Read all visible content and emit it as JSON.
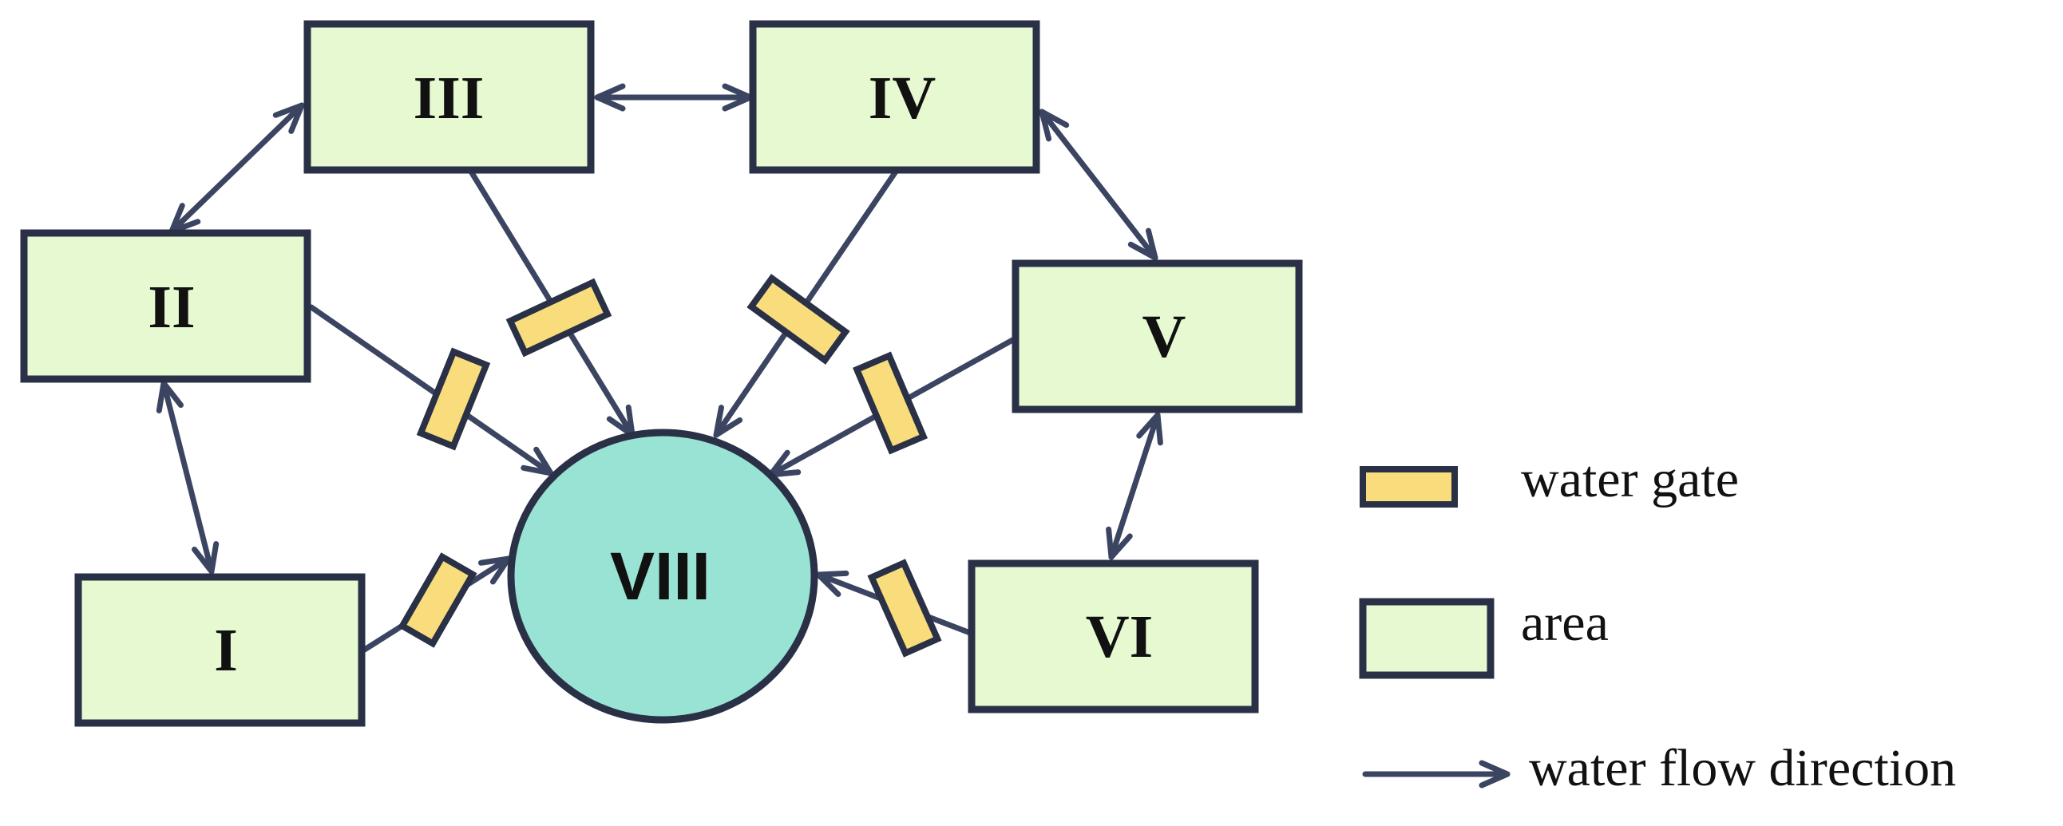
{
  "colors": {
    "area_fill": "#e6f9d1",
    "hub_fill": "#98e3d4",
    "gate_fill": "#f9dd7c",
    "outline": "#2a3147",
    "arrow": "#3b4562"
  },
  "areas": {
    "I": "I",
    "II": "II",
    "III": "III",
    "IV": "IV",
    "V": "V",
    "VI": "VI"
  },
  "hub": {
    "label": "VIII"
  },
  "connections": {
    "bidirectional": [
      [
        "II",
        "III"
      ],
      [
        "III",
        "IV"
      ],
      [
        "IV",
        "V"
      ],
      [
        "II",
        "I"
      ],
      [
        "V",
        "VI"
      ]
    ],
    "gated_to_hub": [
      "I",
      "II",
      "III",
      "IV",
      "V",
      "VI"
    ]
  },
  "legend": {
    "gate": "water gate",
    "area": "area",
    "flow": "water flow direction"
  }
}
